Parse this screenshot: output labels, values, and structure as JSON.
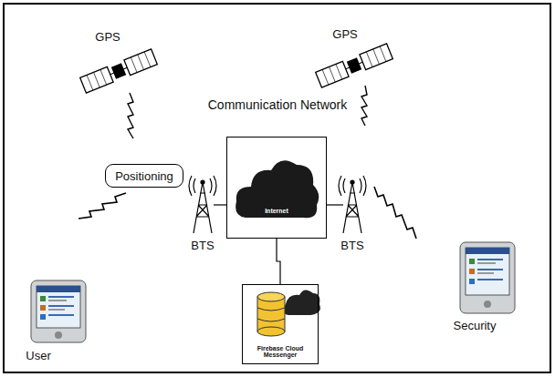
{
  "diagram": {
    "nodes": [
      {
        "text": [
          "Positioning"
        ]
      },
      {
        "text": [
          "Communication Network"
        ]
      },
      {
        "text": [
          "Internet"
        ],
        "in": 1
      },
      {
        "text": [
          "Firebase Cloud Messenger"
        ]
      }
    ],
    "edges": [
      {
        "from": 1,
        "to": 3,
        "arrow": "none"
      }
    ],
    "labels": [
      "GPS",
      "GPS",
      "BTS",
      "BTS",
      "User",
      "Security"
    ]
  }
}
